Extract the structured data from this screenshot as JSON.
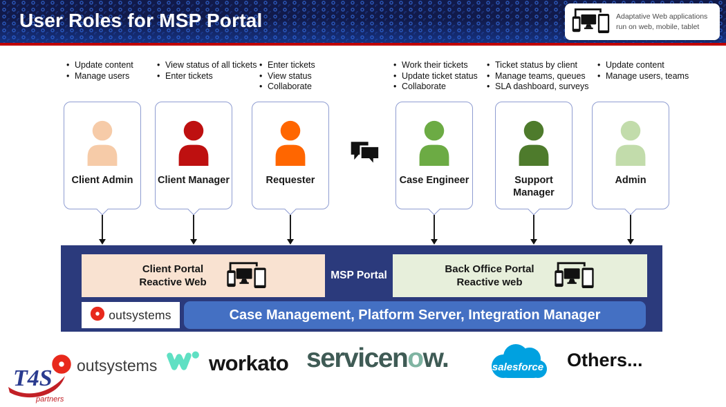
{
  "header": {
    "title": "User Roles for MSP Portal",
    "badge": {
      "line1": "Adaptative Web applications",
      "line2": "run on web, mobile, tablet"
    }
  },
  "roles": [
    {
      "name": "Client Admin",
      "color": "#F6CBA8",
      "tasks": [
        "Update content",
        "Manage users"
      ]
    },
    {
      "name": "Client Manager",
      "color": "#BE1010",
      "tasks": [
        "View status of all tickets",
        "Enter tickets"
      ]
    },
    {
      "name": "Requester",
      "color": "#FF6600",
      "tasks": [
        "Enter tickets",
        "View status",
        "Collaborate"
      ]
    },
    {
      "name": "Case Engineer",
      "color": "#6CAB44",
      "tasks": [
        "Work their tickets",
        "Update ticket status",
        "Collaborate"
      ]
    },
    {
      "name": "Support Manager",
      "color": "#4E7B2C",
      "tasks": [
        "Ticket status by client",
        "Manage teams, queues",
        "SLA dashboard, surveys"
      ]
    },
    {
      "name": "Admin",
      "color": "#C2DCAB",
      "tasks": [
        "Update content",
        "Manage users, teams"
      ]
    }
  ],
  "portal": {
    "label": "MSP Portal",
    "client_portal": {
      "line1": "Client Portal",
      "line2": "Reactive Web"
    },
    "back_office": {
      "line1": "Back Office Portal",
      "line2": "Reactive web"
    },
    "vendor": "outsystems",
    "platform_bar": "Case Management, Platform Server, Integration Manager"
  },
  "vendors": {
    "outsystems": "outsystems",
    "workato": "workato",
    "servicenow_pre": "servicen",
    "servicenow_o": "o",
    "servicenow_post": "w.",
    "salesforce": "salesforce",
    "others": "Others..."
  },
  "footer_logo": {
    "text": "T4S",
    "sub": "partners"
  },
  "colors": {
    "header_navy": "#111A4A",
    "red_stripe": "#C00000",
    "portal_navy": "#2B3A7C",
    "client_box_peach": "#F9E2D1",
    "back_box_green": "#E7EFDB",
    "platform_bar_blue": "#4470C3",
    "card_border": "#8E9CD1",
    "outsystems_red": "#E8291C",
    "workato_teal": "#5FE0C3",
    "servicenow_green": "#7FB4A2",
    "salesforce_blue": "#00A1E0"
  }
}
